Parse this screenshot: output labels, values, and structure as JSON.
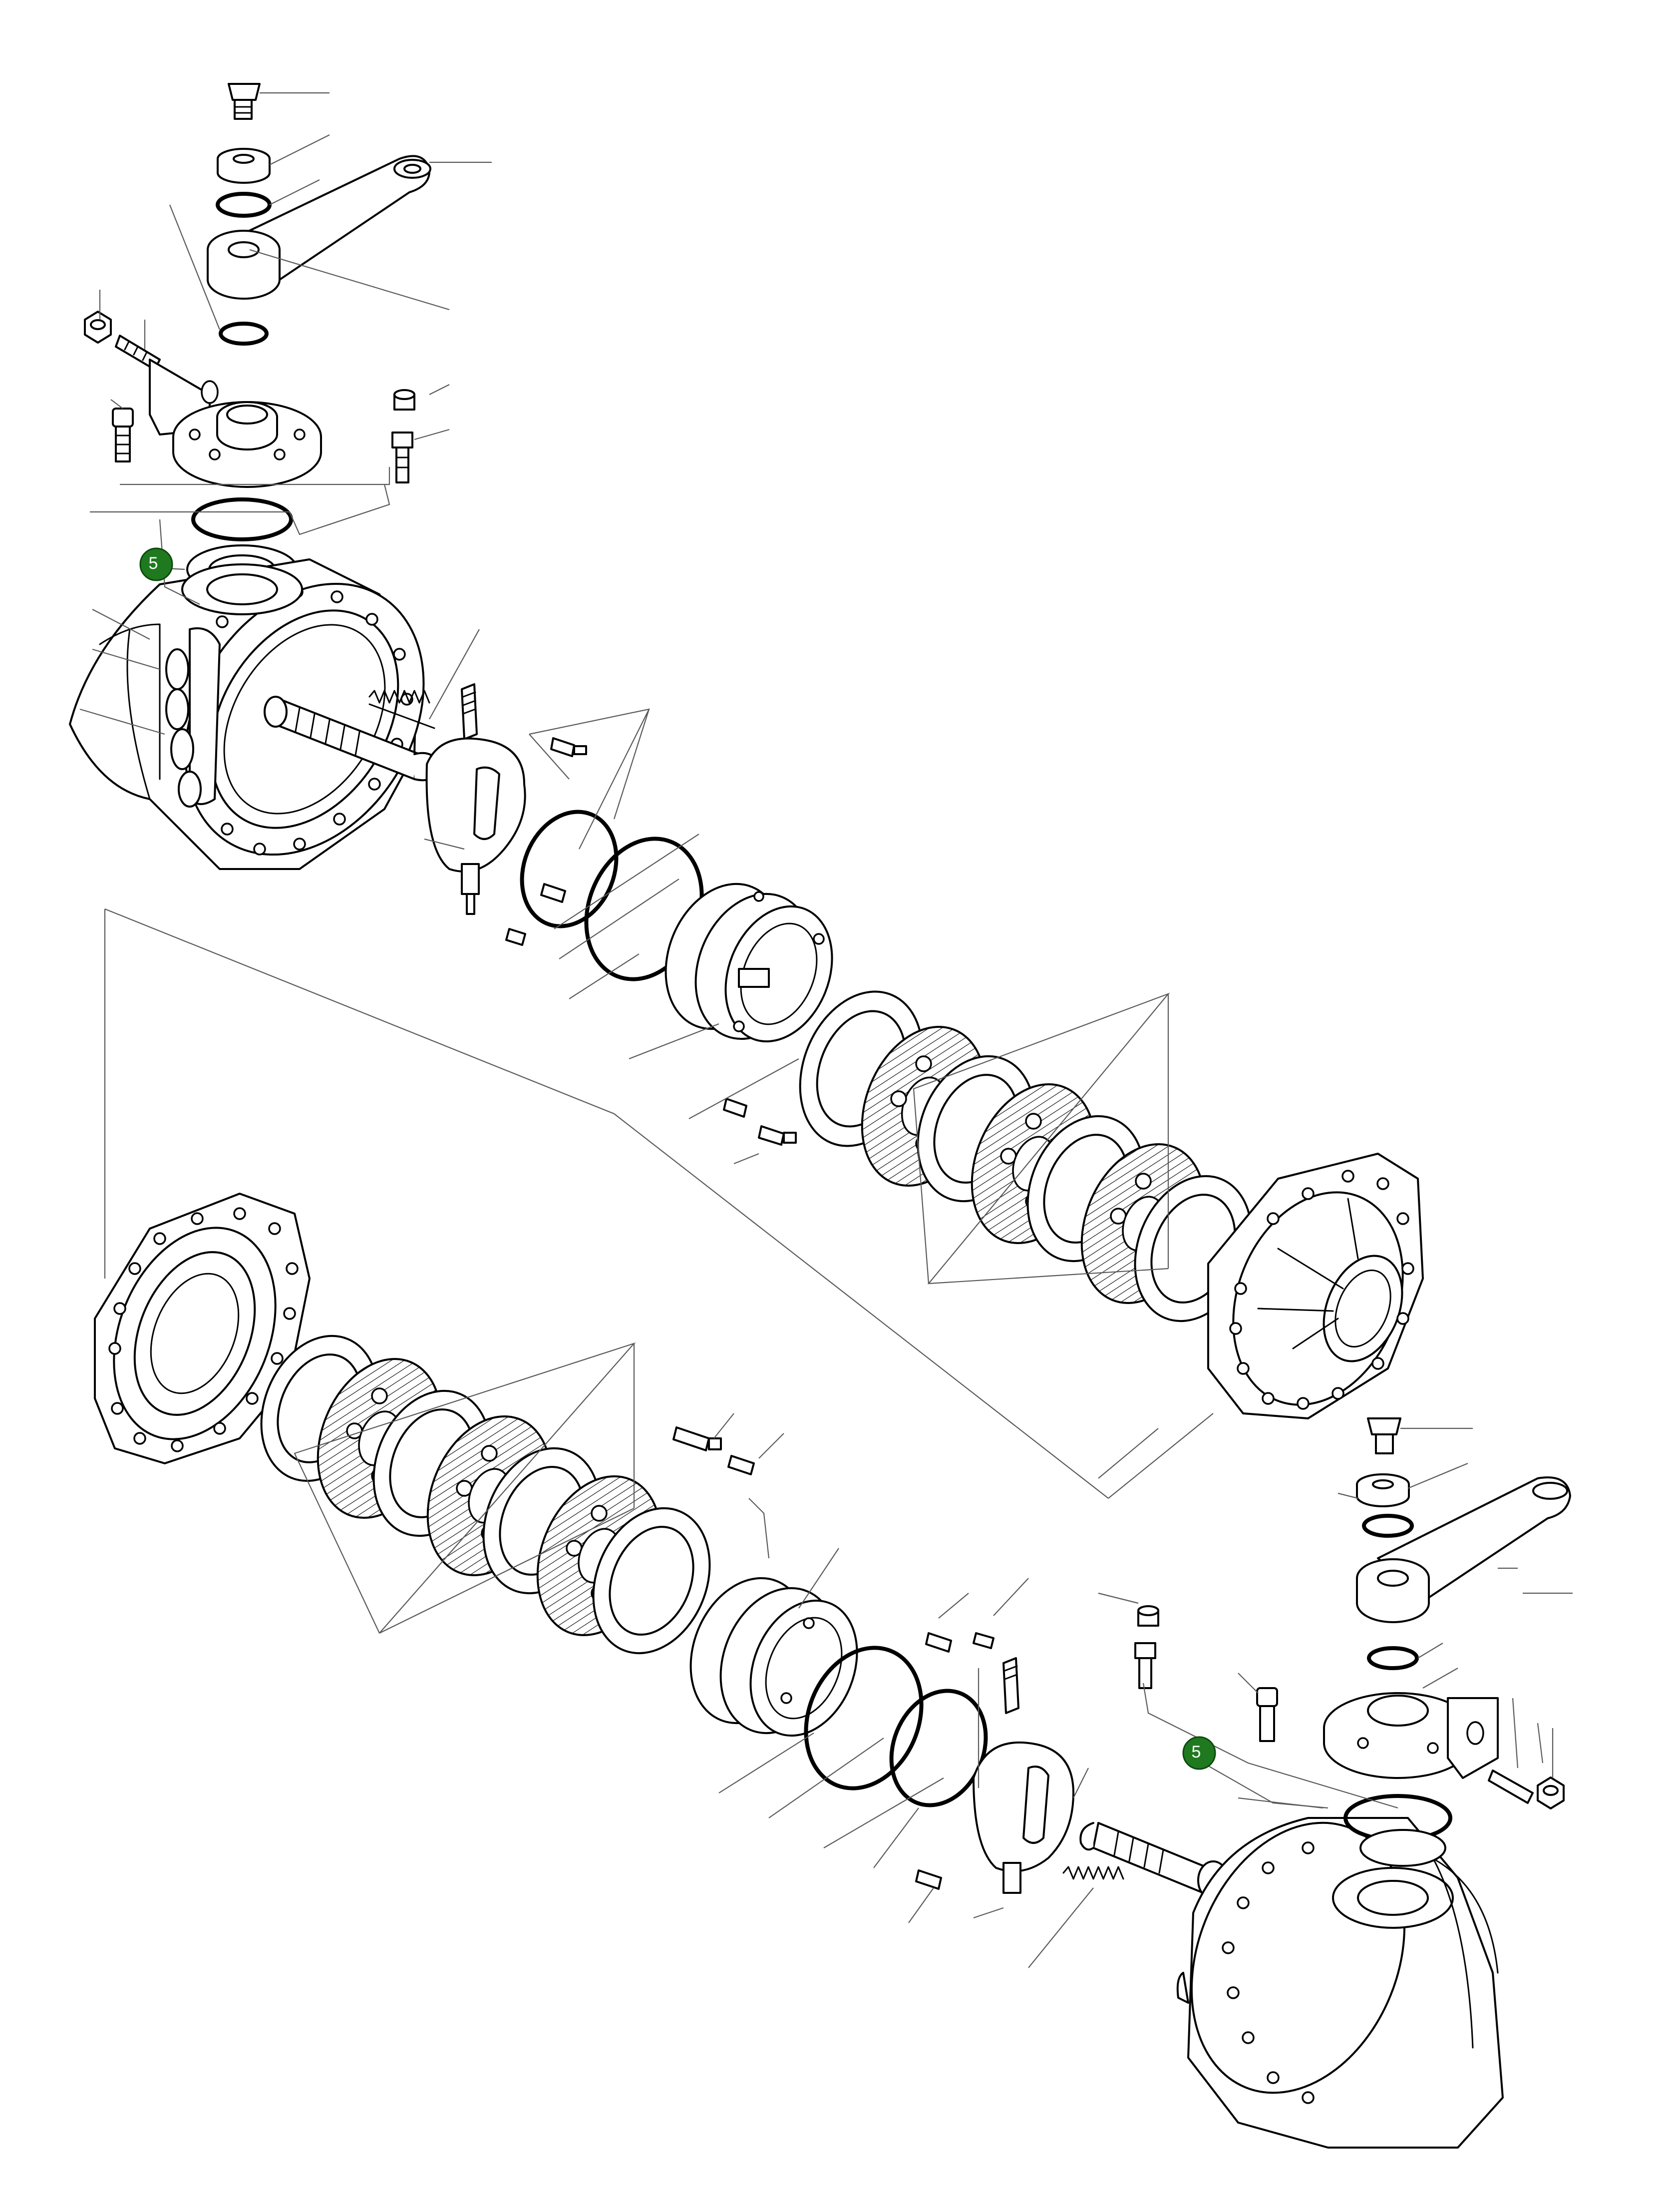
{
  "diagram": {
    "callouts": [
      {
        "id": "callout-top",
        "label": "5"
      },
      {
        "id": "callout-bottom",
        "label": "5"
      }
    ],
    "colors": {
      "callout_fill": "#1f7a1f",
      "callout_stroke": "#0d4a0d",
      "line": "#000000",
      "leader": "#5a5a5a",
      "background": "#ffffff"
    }
  }
}
